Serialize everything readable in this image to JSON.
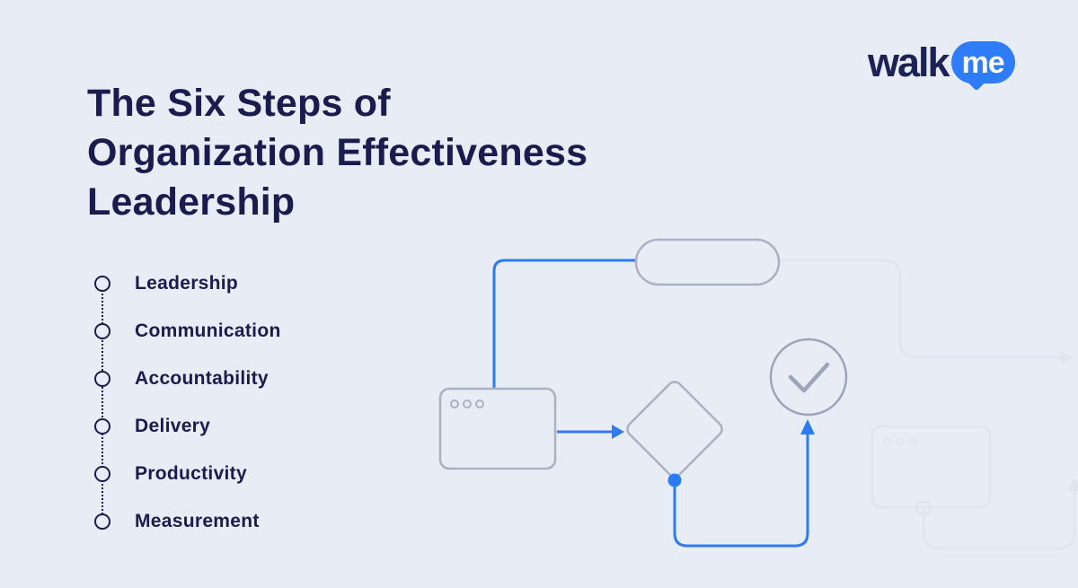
{
  "page": {
    "background_color": "#e8ecf5",
    "text_color": "#1a1c4e"
  },
  "logo": {
    "brand_prefix": "walk",
    "brand_suffix": "me",
    "bubble_color": "#2e7cf7",
    "wordmark_color": "#1c2156"
  },
  "header": {
    "title": "The Six Steps of Organization Effectiveness Leadership",
    "title_lines": [
      "The Six Steps of",
      "Organization Effectiveness",
      "Leadership"
    ]
  },
  "steps": {
    "items": [
      "Leadership",
      "Communication",
      "Accountability",
      "Delivery",
      "Productivity",
      "Measurement"
    ]
  },
  "flowchart": {
    "accent_blue": "#2b7bf3",
    "shape_gray": "#a9b1c2",
    "faint_gray": "#dfe4ef",
    "nodes": [
      "pill-node",
      "browser-window-node",
      "decision-diamond-node",
      "check-circle-node",
      "faint-browser-window-node"
    ]
  }
}
